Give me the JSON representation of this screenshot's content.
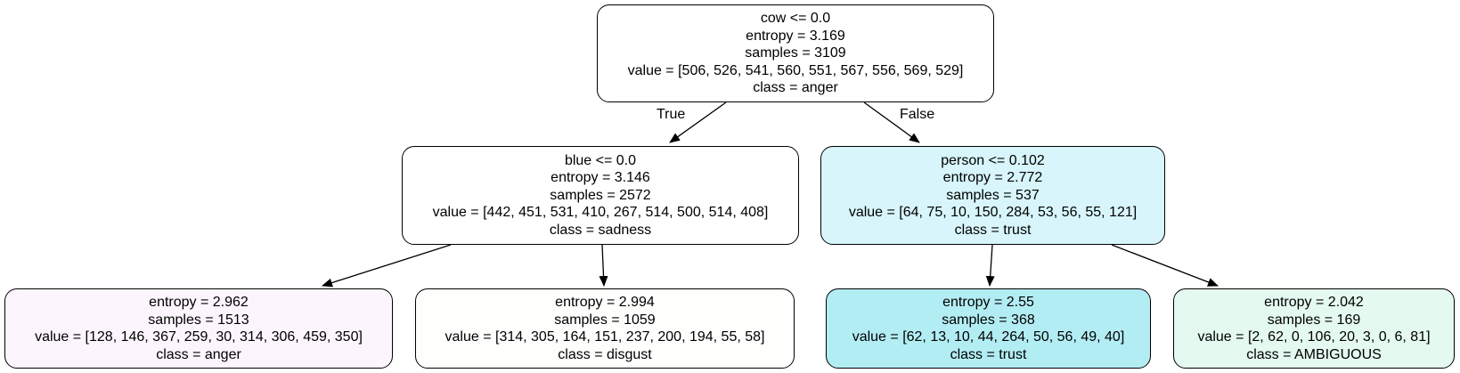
{
  "edge_labels": {
    "true": "True",
    "false": "False"
  },
  "nodes": [
    {
      "fill": "#ffffff",
      "lines": [
        "cow <= 0.0",
        "entropy = 3.169",
        "samples = 3109",
        "value = [506, 526, 541, 560, 551, 567, 556, 569, 529]",
        "class = anger"
      ]
    },
    {
      "fill": "#ffffff",
      "lines": [
        "blue <= 0.0",
        "entropy = 3.146",
        "samples = 2572",
        "value = [442, 451, 531, 410, 267, 514, 500, 514, 408]",
        "class = sadness"
      ]
    },
    {
      "fill": "#d7f5fa",
      "lines": [
        "person <= 0.102",
        "entropy = 2.772",
        "samples = 537",
        "value = [64, 75, 10, 150, 284, 53, 56, 55, 121]",
        "class = trust"
      ]
    },
    {
      "fill": "#fcf5fd",
      "lines": [
        "entropy = 2.962",
        "samples = 1513",
        "value = [128, 146, 367, 259, 30, 314, 306, 459, 350]",
        "class = anger"
      ]
    },
    {
      "fill": "#fefefd",
      "lines": [
        "entropy = 2.994",
        "samples = 1059",
        "value = [314, 305, 164, 151, 237, 200, 194, 55, 58]",
        "class = disgust"
      ]
    },
    {
      "fill": "#b3edf4",
      "lines": [
        "entropy = 2.55",
        "samples = 368",
        "value = [62, 13, 10, 44, 264, 50, 56, 49, 40]",
        "class = trust"
      ]
    },
    {
      "fill": "#e4f9ef",
      "lines": [
        "entropy = 2.042",
        "samples = 169",
        "value = [2, 62, 0, 106, 20, 3, 0, 6, 81]",
        "class = AMBIGUOUS"
      ]
    }
  ]
}
